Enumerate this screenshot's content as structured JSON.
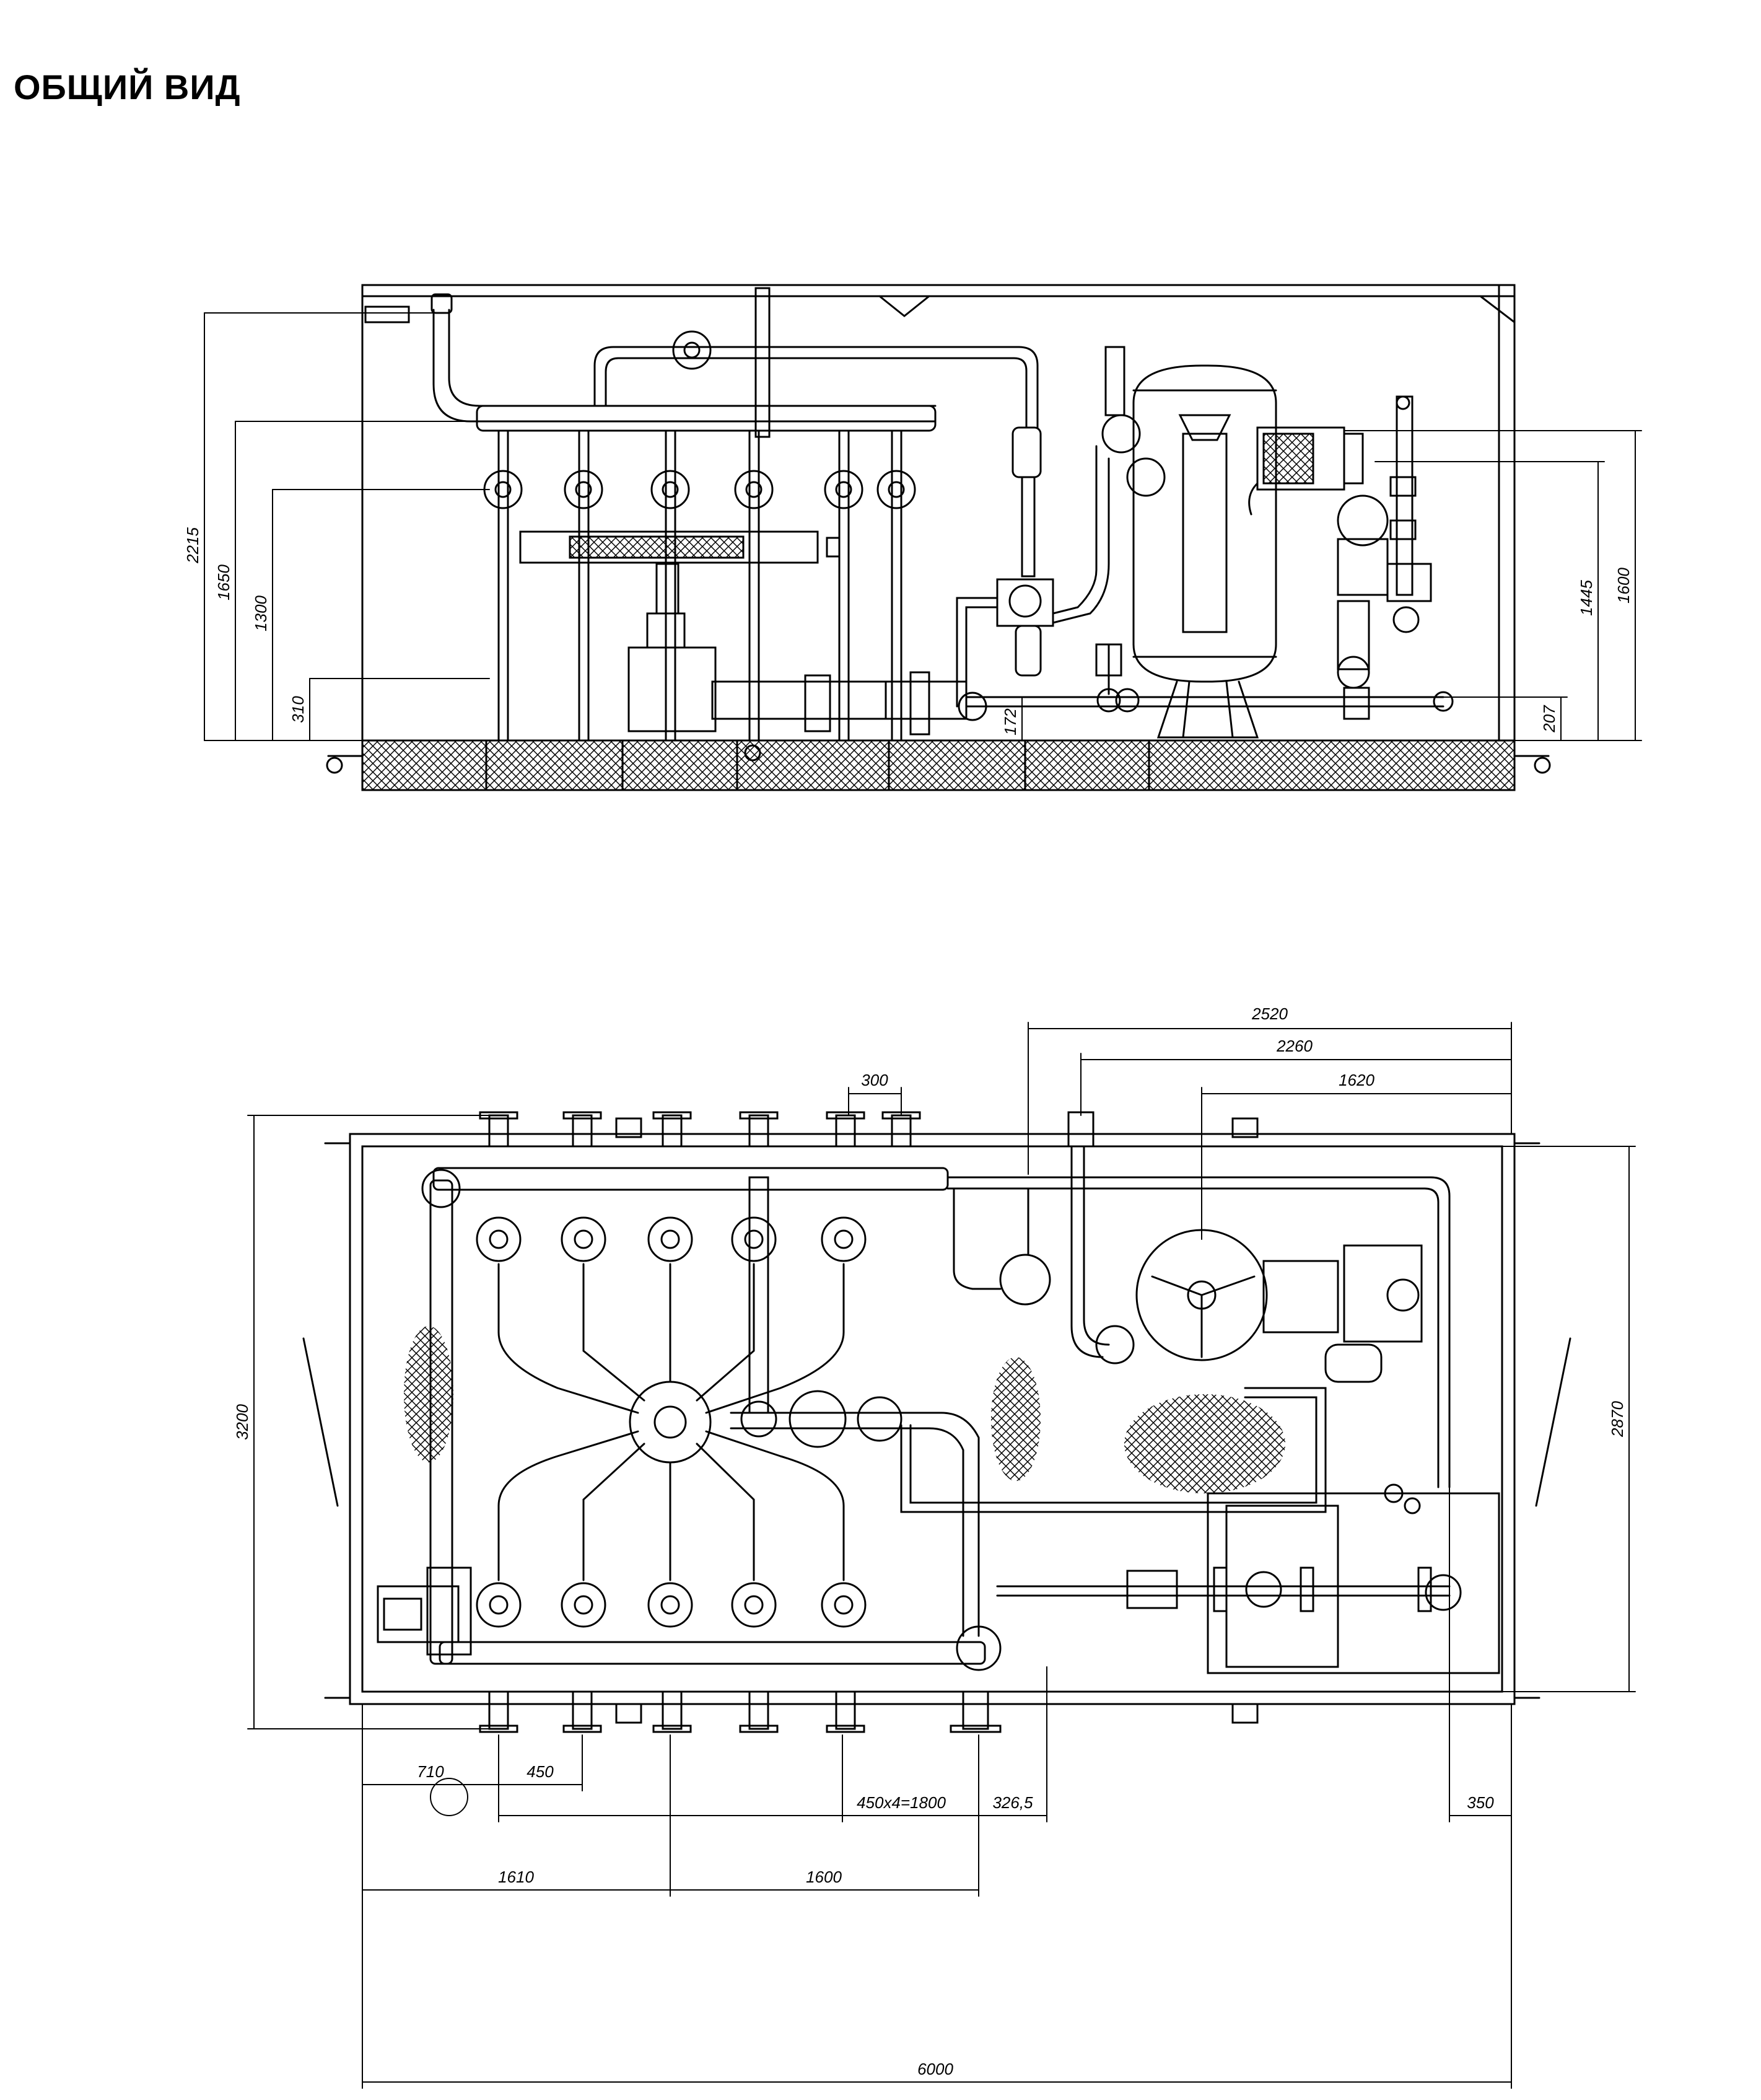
{
  "title": "ОБЩИЙ ВИД",
  "colors": {
    "line": "#000000",
    "background": "#ffffff"
  },
  "elevation_view": {
    "dimensions": {
      "h2215": "2215",
      "h1650": "1650",
      "h1300": "1300",
      "h310": "310",
      "h172": "172",
      "h1445": "1445",
      "h1600": "1600",
      "h207": "207"
    }
  },
  "plan_view": {
    "dimensions": {
      "d2520": "2520",
      "d2260": "2260",
      "d1620": "1620",
      "d300": "300",
      "d3200": "3200",
      "d2870": "2870",
      "d710": "710",
      "d450": "450",
      "d450x4": "450x4=1800",
      "d326": "326,5",
      "d350": "350",
      "d1610": "1610",
      "d1600": "1600",
      "d6000": "6000"
    }
  }
}
